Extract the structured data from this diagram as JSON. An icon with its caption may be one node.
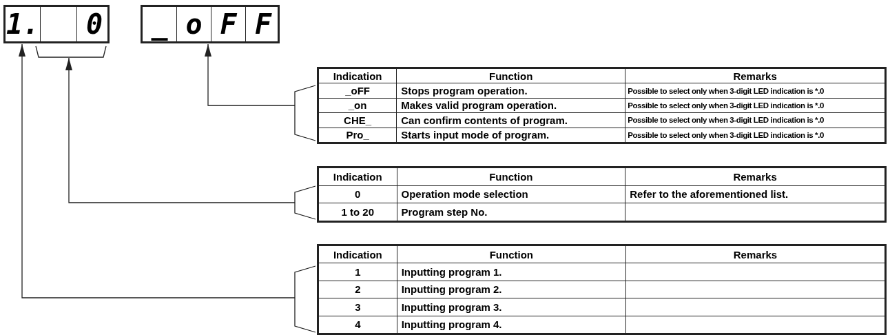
{
  "diagram": {
    "nodes": [
      {
        "text": [
          "1."
        ]
      },
      {
        "text": [],
        "shape": "box"
      },
      {
        "text": [
          "0"
        ]
      },
      {
        "text": [
          "_"
        ]
      },
      {
        "text": [
          "o"
        ]
      },
      {
        "text": [
          "F"
        ]
      },
      {
        "text": [
          "F"
        ]
      },
      {
        "text": [],
        "shape": "bracket"
      },
      {
        "text": [
          "Indication",
          "Function",
          "Remarks",
          "_oFF",
          "Stops program operation.",
          "Possible to select only when 3-digit LED indication is *.0",
          "_on",
          "Makes valid program operation.",
          "Possible to select only when 3-digit LED indication is *.0",
          "CHE_",
          "Can confirm contents of program.",
          "Possible to select only when 3-digit LED indication is *.0",
          "Pro_",
          "Starts input mode of program.",
          "Possible to select only when 3-digit LED indication is *.0"
        ]
      },
      {
        "text": [
          "Indication",
          "Function",
          "Remarks",
          "0",
          "Operation mode selection",
          "Refer to the aforementioned list.",
          "1 to 20",
          "Program step No."
        ]
      },
      {
        "text": [
          "Indication",
          "Function",
          "Remarks",
          "1",
          "Inputting program 1.",
          "2",
          "Inputting program 2.",
          "3",
          "Inputting program 3.",
          "4",
          "Inputting program 4."
        ]
      }
    ],
    "edges": [
      {
        "from": 8,
        "to": 4,
        "arrow": "to"
      },
      {
        "from": 9,
        "to": 7,
        "arrow": "to"
      },
      {
        "from": 10,
        "to": 0,
        "arrow": "to"
      }
    ]
  }
}
